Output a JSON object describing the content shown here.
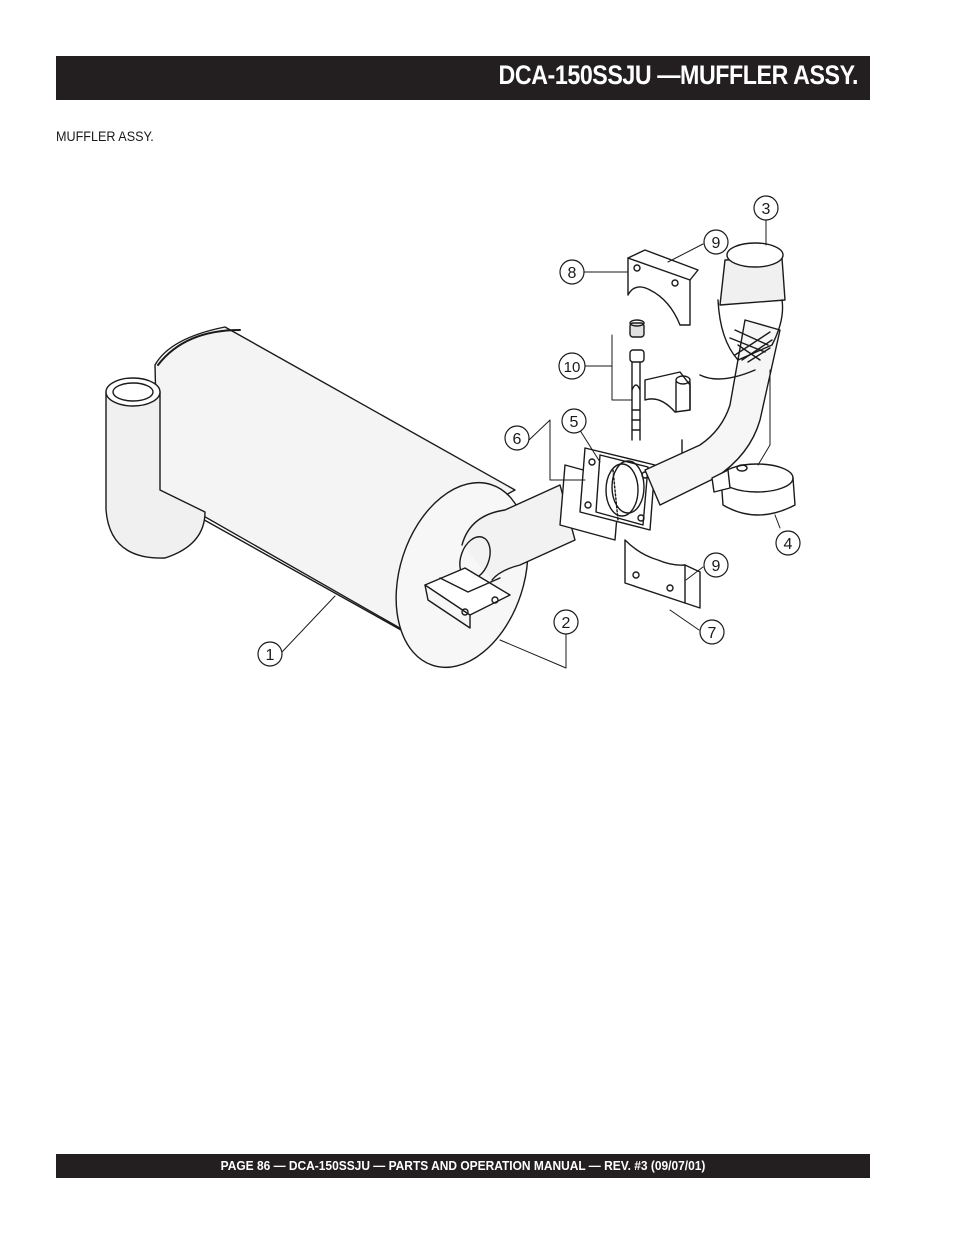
{
  "header": {
    "title": "DCA-150SSJU  —MUFFLER ASSY."
  },
  "section": {
    "label": "MUFFLER  ASSY."
  },
  "diagram": {
    "callouts": [
      "1",
      "2",
      "3",
      "4",
      "5",
      "6",
      "7",
      "8",
      "9",
      "9",
      "10"
    ]
  },
  "footer": {
    "text": "PAGE 86 — DCA-150SSJU — PARTS AND OPERATION MANUAL — REV. #3 (09/07/01)"
  },
  "colors": {
    "bar": "#231f20",
    "ink": "#1a1a1a"
  }
}
